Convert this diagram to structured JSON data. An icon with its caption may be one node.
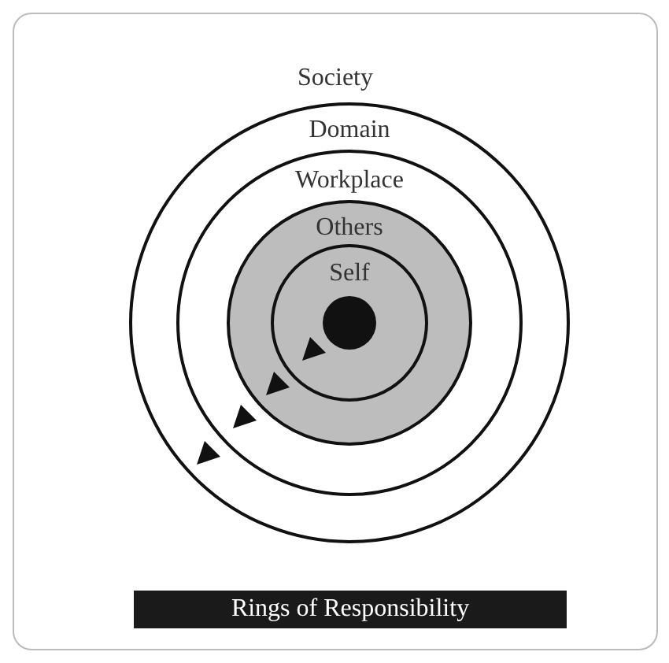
{
  "diagram": {
    "caption": "Rings of Responsibility",
    "nodes": [
      {
        "text": [
          "Society"
        ]
      },
      {
        "text": [
          "Domain"
        ],
        "in": 0
      },
      {
        "text": [
          "Workplace"
        ],
        "in": 1
      },
      {
        "text": [
          "Others"
        ],
        "in": 2
      },
      {
        "text": [
          "Self"
        ],
        "in": 3
      },
      {
        "text": [],
        "shape": "circle",
        "in": 4
      }
    ],
    "edges": []
  }
}
